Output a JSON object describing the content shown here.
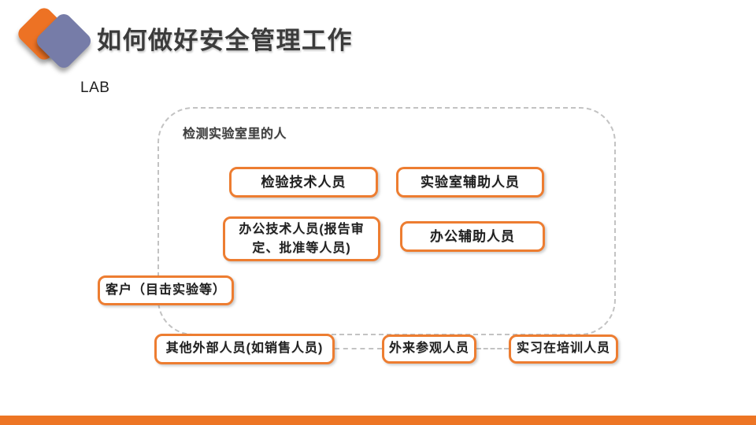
{
  "slide": {
    "title": "如何做好安全管理工作",
    "lab_label": "LAB",
    "colors": {
      "accent_orange": "#ED7D31",
      "footer_orange": "#ED7524",
      "logo_orange": "#ED7224",
      "logo_purple": "#767CA8",
      "dash_gray": "#C3C3C3",
      "title_gray": "#3B3B3B"
    },
    "logo_icon": "two-overlapping-rounded-diamonds"
  },
  "diagram": {
    "container_label": "检测实验室里的人",
    "boxes": [
      {
        "label": "检验技术人员"
      },
      {
        "label": "实验室辅助人员"
      },
      {
        "label": "办公技术人员(报告审定、批准等人员)",
        "lines": [
          "办公技术人员(报告审",
          "定、批准等人员)"
        ]
      },
      {
        "label": "办公辅助人员"
      },
      {
        "label": "客户（目击实验等）"
      },
      {
        "label": "其他外部人员(如销售人员)"
      },
      {
        "label": "外来参观人员"
      },
      {
        "label": "实习在培训人员"
      }
    ]
  }
}
